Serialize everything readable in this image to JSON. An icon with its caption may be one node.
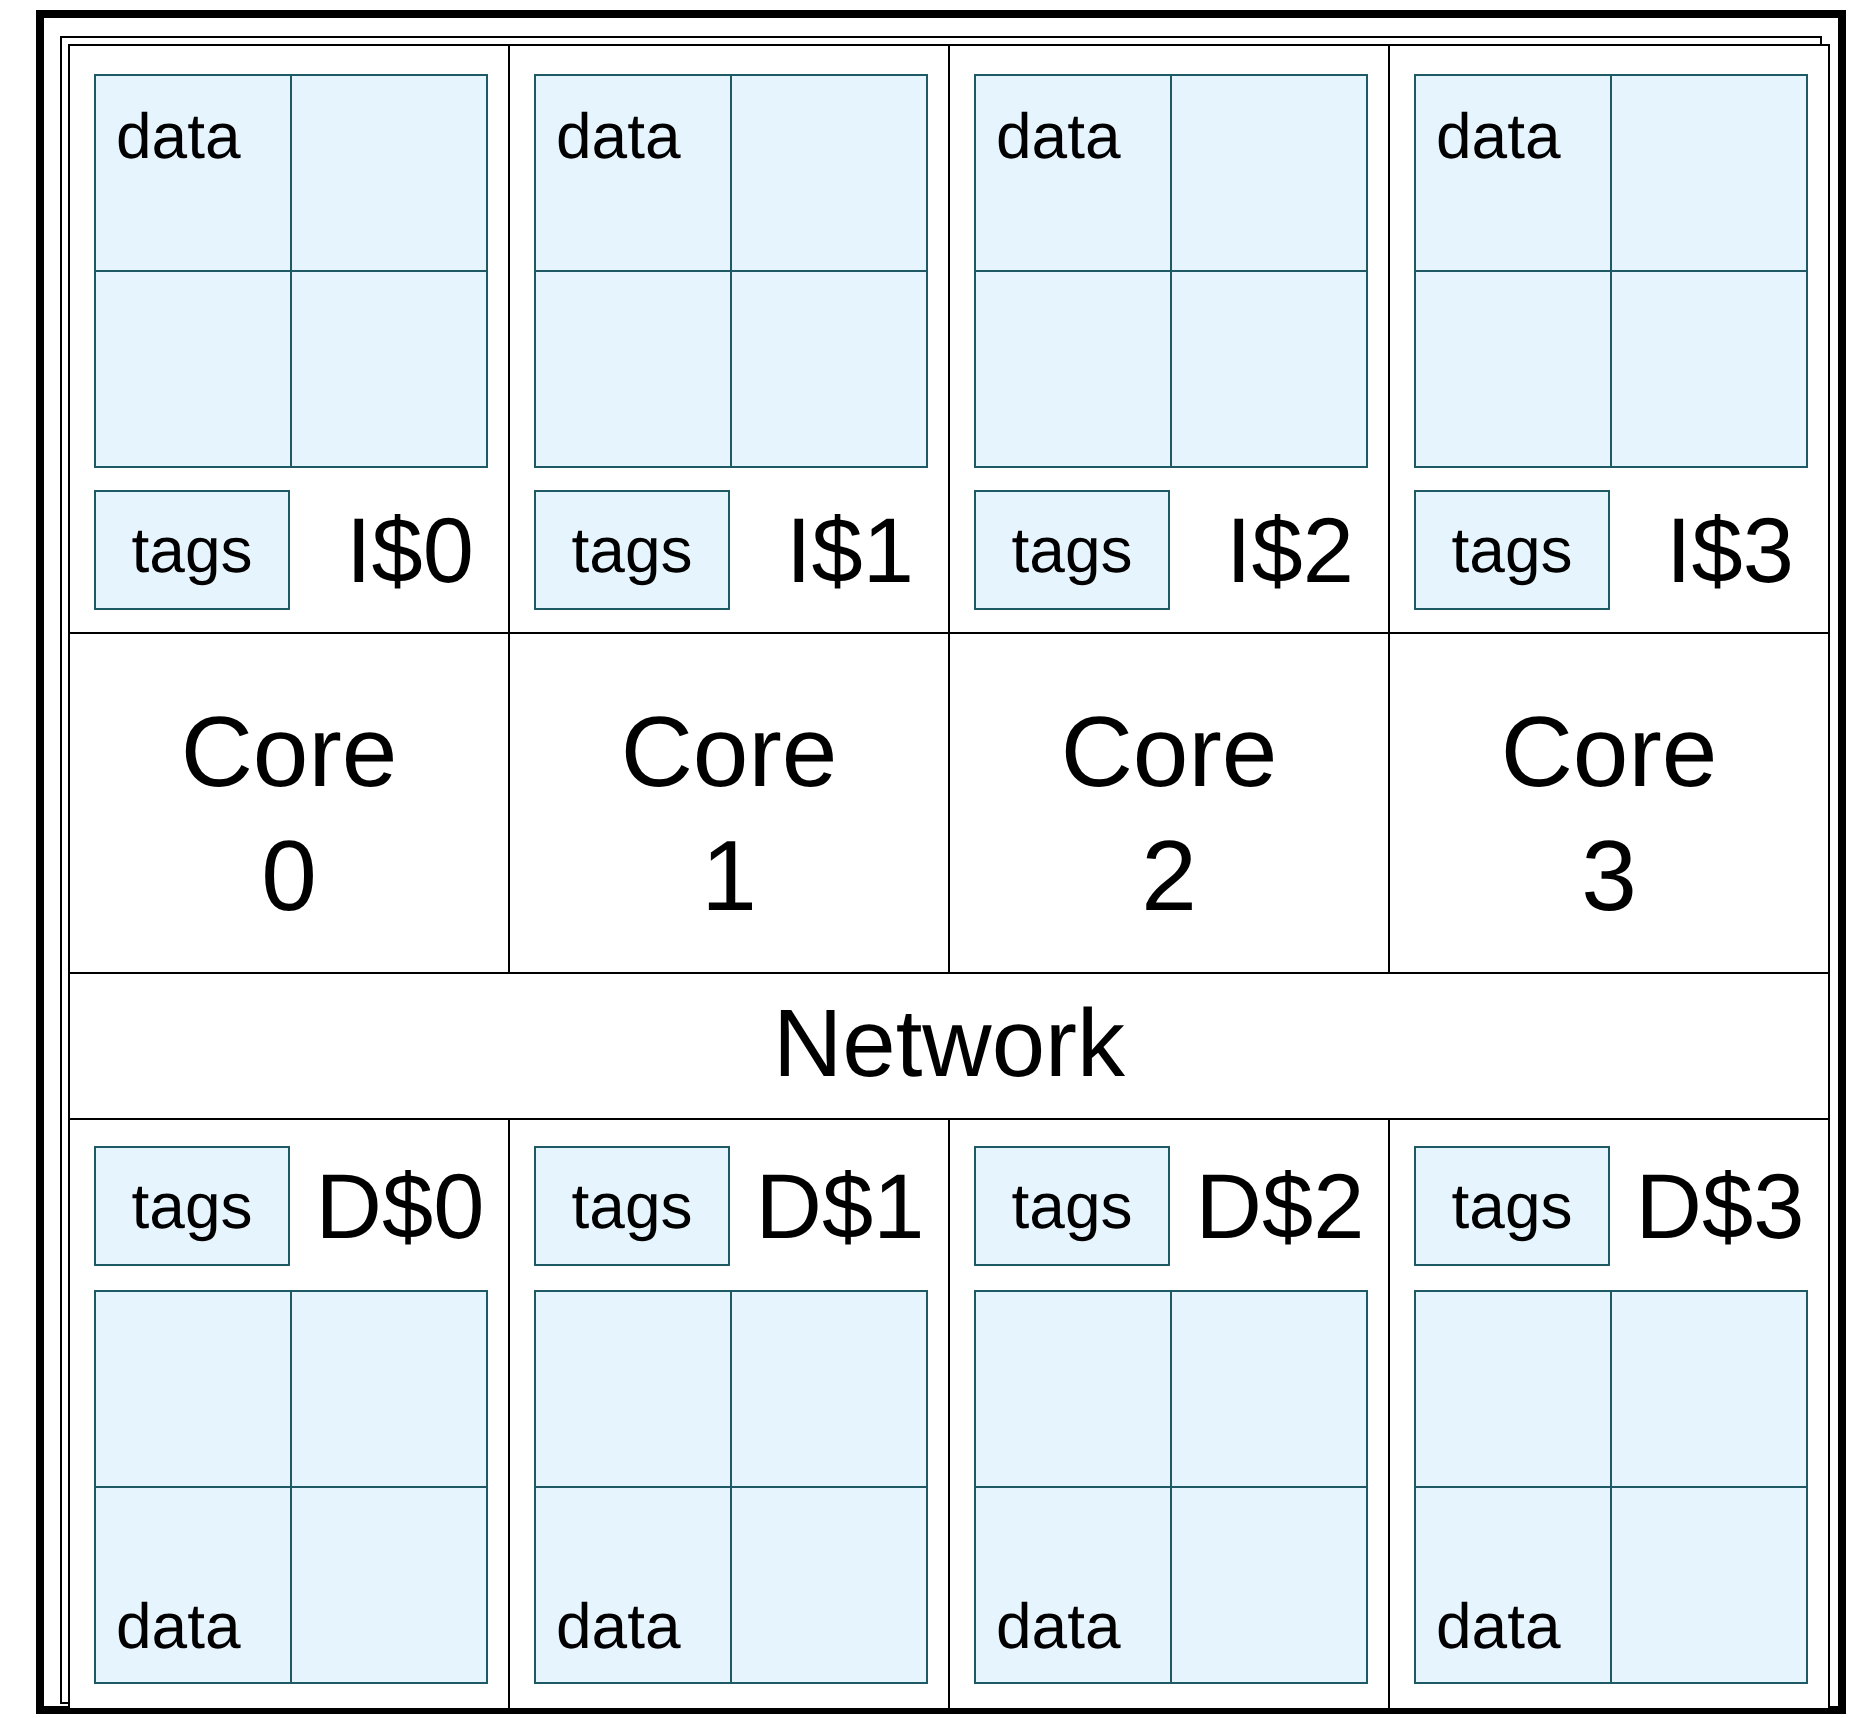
{
  "diagram": {
    "nodes": [
      {
        "text": [],
        "shape": "box"
      },
      {
        "text": [
          "I$0"
        ],
        "in": 0
      },
      {
        "text": [
          "data"
        ],
        "in": 1
      },
      {
        "text": [],
        "shape": "box",
        "in": 1
      },
      {
        "text": [],
        "shape": "box",
        "in": 1
      },
      {
        "text": [],
        "shape": "box",
        "in": 1
      },
      {
        "text": [
          "tags"
        ],
        "in": 1
      },
      {
        "text": [
          "I$1"
        ],
        "in": 0
      },
      {
        "text": [
          "data"
        ],
        "in": 7
      },
      {
        "text": [],
        "shape": "box",
        "in": 7
      },
      {
        "text": [],
        "shape": "box",
        "in": 7
      },
      {
        "text": [],
        "shape": "box",
        "in": 7
      },
      {
        "text": [
          "tags"
        ],
        "in": 7
      },
      {
        "text": [
          "I$2"
        ],
        "in": 0
      },
      {
        "text": [
          "data"
        ],
        "in": 13
      },
      {
        "text": [],
        "shape": "box",
        "in": 13
      },
      {
        "text": [],
        "shape": "box",
        "in": 13
      },
      {
        "text": [],
        "shape": "box",
        "in": 13
      },
      {
        "text": [
          "tags"
        ],
        "in": 13
      },
      {
        "text": [
          "I$3"
        ],
        "in": 0
      },
      {
        "text": [
          "data"
        ],
        "in": 19
      },
      {
        "text": [],
        "shape": "box",
        "in": 19
      },
      {
        "text": [],
        "shape": "box",
        "in": 19
      },
      {
        "text": [],
        "shape": "box",
        "in": 19
      },
      {
        "text": [
          "tags"
        ],
        "in": 19
      },
      {
        "text": [
          "Core 0"
        ],
        "in": 0
      },
      {
        "text": [
          "Core 1"
        ],
        "in": 0
      },
      {
        "text": [
          "Core 2"
        ],
        "in": 0
      },
      {
        "text": [
          "Core 3"
        ],
        "in": 0
      },
      {
        "text": [
          "Network"
        ],
        "in": 0
      },
      {
        "text": [
          "D$0"
        ],
        "in": 0
      },
      {
        "text": [
          "tags"
        ],
        "in": 30
      },
      {
        "text": [],
        "shape": "box",
        "in": 30
      },
      {
        "text": [],
        "shape": "box",
        "in": 30
      },
      {
        "text": [
          "data"
        ],
        "in": 30
      },
      {
        "text": [],
        "shape": "box",
        "in": 30
      },
      {
        "text": [
          "D$1"
        ],
        "in": 0
      },
      {
        "text": [
          "tags"
        ],
        "in": 36
      },
      {
        "text": [],
        "shape": "box",
        "in": 36
      },
      {
        "text": [],
        "shape": "box",
        "in": 36
      },
      {
        "text": [
          "data"
        ],
        "in": 36
      },
      {
        "text": [],
        "shape": "box",
        "in": 36
      },
      {
        "text": [
          "D$2"
        ],
        "in": 0
      },
      {
        "text": [
          "tags"
        ],
        "in": 42
      },
      {
        "text": [],
        "shape": "box",
        "in": 42
      },
      {
        "text": [],
        "shape": "box",
        "in": 42
      },
      {
        "text": [
          "data"
        ],
        "in": 42
      },
      {
        "text": [],
        "shape": "box",
        "in": 42
      },
      {
        "text": [
          "D$3"
        ],
        "in": 0
      },
      {
        "text": [
          "tags"
        ],
        "in": 48
      },
      {
        "text": [],
        "shape": "box",
        "in": 48
      },
      {
        "text": [],
        "shape": "box",
        "in": 48
      },
      {
        "text": [
          "data"
        ],
        "in": 48
      },
      {
        "text": [],
        "shape": "box",
        "in": 48
      }
    ]
  }
}
